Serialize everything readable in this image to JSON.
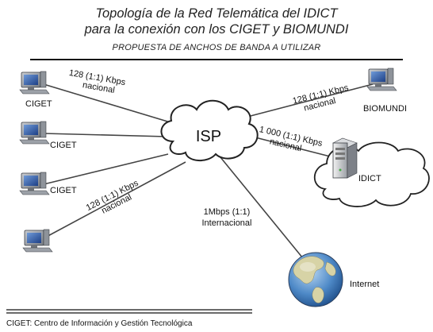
{
  "header": {
    "title_line1": "Topología de la Red Telemática del IDICT",
    "title_line2": "para la conexión con los CIGET y BIOMUNDI",
    "subtitle": "PROPUESTA DE ANCHOS DE BANDA A UTILIZAR"
  },
  "nodes": {
    "isp": "ISP",
    "ciget": "CIGET",
    "biomundi": "BIOMUNDI",
    "idict": "IDICT",
    "internet": "Internet"
  },
  "links": {
    "ciget_top": {
      "line1": "128 (1:1) Kbps",
      "line2": "nacional"
    },
    "ciget_bottom": {
      "line1": "128 (1:1) Kbps",
      "line2": "nacional"
    },
    "biomundi": {
      "line1": "128 (1:1) Kbps",
      "line2": "nacional"
    },
    "idict": {
      "line1": "1 000 (1:1) Kbps",
      "line2": "nacional"
    },
    "internet": {
      "line1": "1Mbps (1:1)",
      "line2": "Internacional"
    }
  },
  "footer": {
    "legend": "CIGET: Centro de Información y Gestión Tecnológica"
  },
  "icons": {
    "computer": "desktop-computer-icon",
    "server": "server-tower-icon",
    "cloud": "cloud-icon",
    "globe": "globe-icon"
  },
  "colors": {
    "monitor_frame": "#8a8f96",
    "screen": "#2f5fb0",
    "lines": "#444444",
    "ocean": "#4e89c7",
    "land": "#d7d3a6"
  }
}
